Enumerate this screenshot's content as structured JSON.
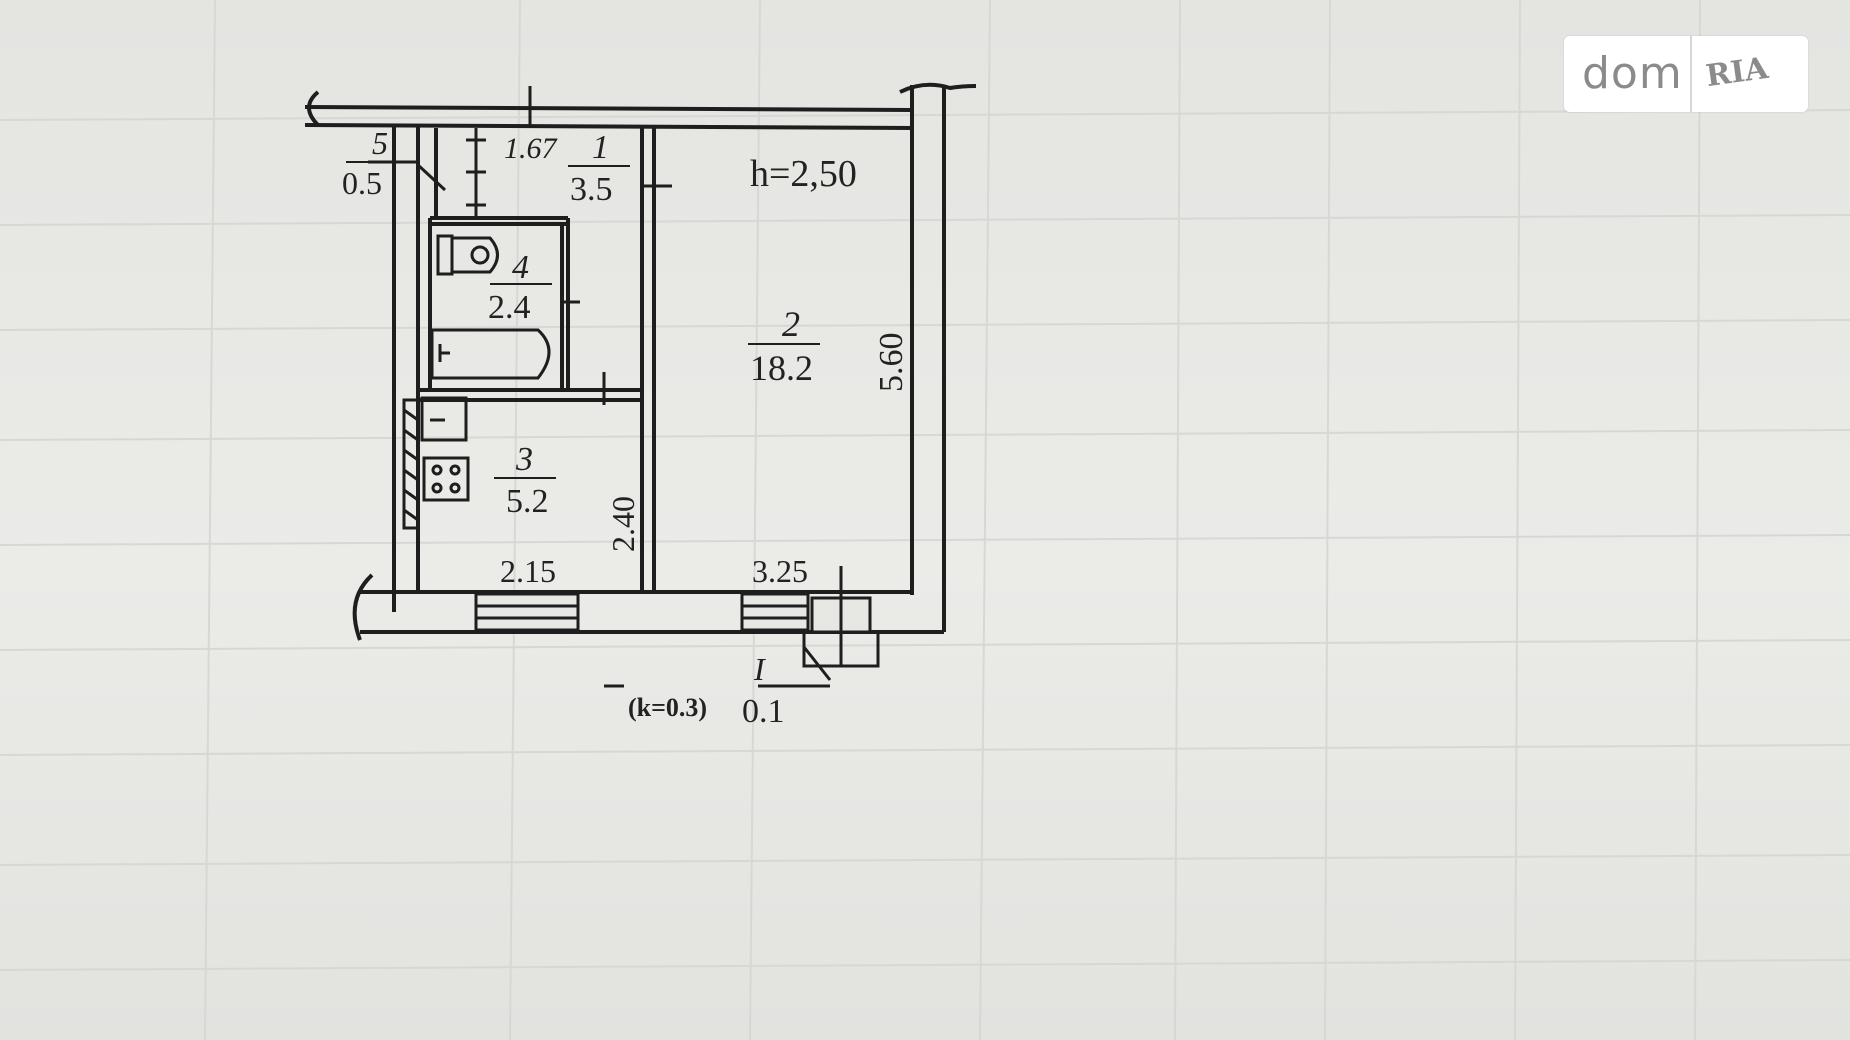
{
  "plan": {
    "ceiling_height": "h=2,50",
    "rooms": [
      {
        "number": "1",
        "area": "3.5"
      },
      {
        "number": "2",
        "area": "18.2"
      },
      {
        "number": "3",
        "area": "5.2"
      },
      {
        "number": "4",
        "area": "2.4"
      },
      {
        "number": "5",
        "area": "0.5"
      }
    ],
    "balcony": {
      "number": "I",
      "area": "0.1",
      "coefficient": "(k=0.3)"
    },
    "dimensions": {
      "corridor_width": "1.67",
      "room2_height": "5.60",
      "room3_height": "2.40",
      "room3_width": "2.15",
      "room2_width": "3.25"
    }
  },
  "watermark": {
    "text_left": "dom",
    "text_right": "RIA"
  }
}
